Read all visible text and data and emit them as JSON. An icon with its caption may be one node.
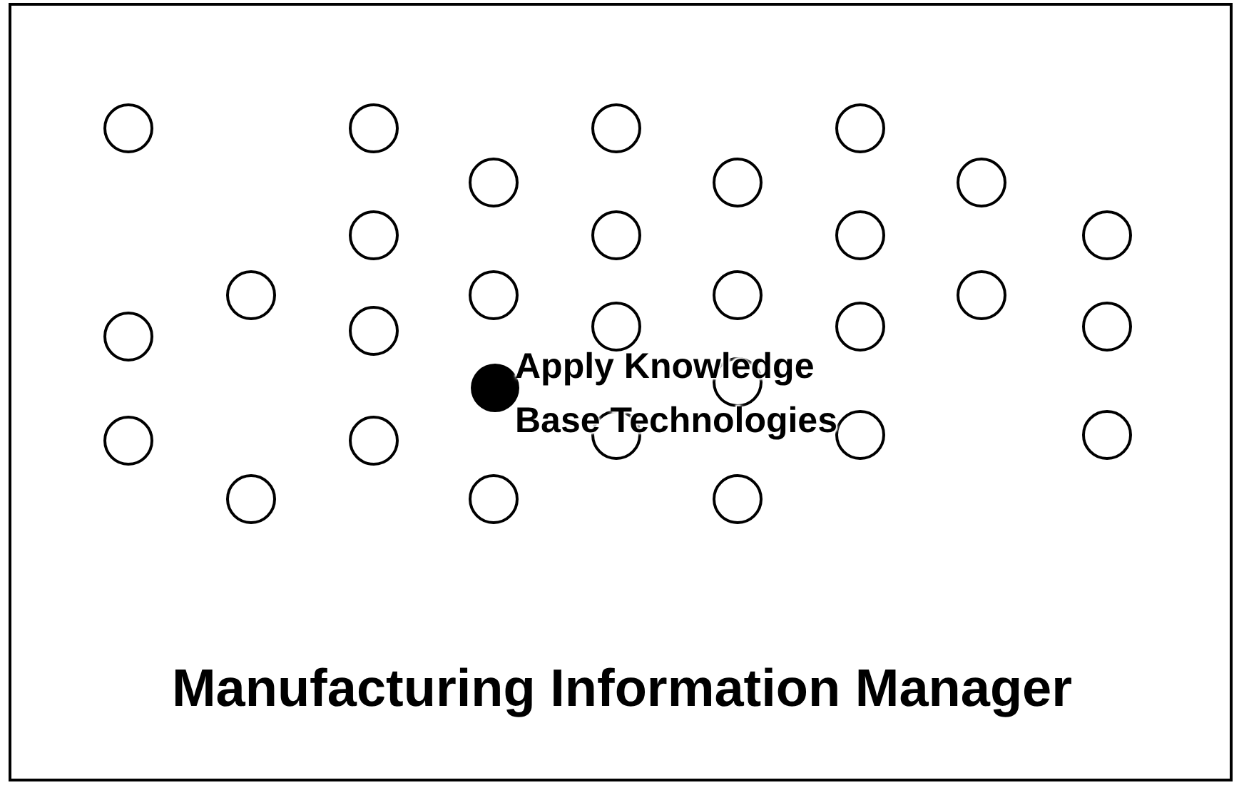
{
  "diagram": {
    "title": "Manufacturing Information Manager",
    "nodes": [
      {
        "text": [],
        "shape": "circle"
      },
      {
        "text": [],
        "shape": "circle"
      },
      {
        "text": [],
        "shape": "circle"
      },
      {
        "text": [],
        "shape": "circle"
      },
      {
        "text": [],
        "shape": "circle"
      },
      {
        "text": [],
        "shape": "circle"
      },
      {
        "text": [],
        "shape": "circle"
      },
      {
        "text": [],
        "shape": "circle"
      },
      {
        "text": [],
        "shape": "circle"
      },
      {
        "text": [],
        "shape": "circle"
      },
      {
        "text": [],
        "shape": "circle"
      },
      {
        "text": [
          "Apply Knowledge Base Technologies"
        ]
      },
      {
        "text": [],
        "shape": "circle"
      },
      {
        "text": [],
        "shape": "circle"
      },
      {
        "text": [],
        "shape": "circle"
      },
      {
        "text": [],
        "shape": "circle"
      },
      {
        "text": [],
        "shape": "circle"
      },
      {
        "text": [],
        "shape": "circle"
      },
      {
        "text": [],
        "shape": "circle"
      },
      {
        "text": [],
        "shape": "circle"
      },
      {
        "text": [],
        "shape": "circle"
      },
      {
        "text": [],
        "shape": "circle"
      },
      {
        "text": [],
        "shape": "circle"
      },
      {
        "text": [],
        "shape": "circle"
      },
      {
        "text": [],
        "shape": "circle"
      },
      {
        "text": [],
        "shape": "circle"
      },
      {
        "text": [],
        "shape": "circle"
      },
      {
        "text": [],
        "shape": "circle"
      },
      {
        "text": [],
        "shape": "circle"
      },
      {
        "text": [],
        "shape": "circle"
      }
    ]
  }
}
